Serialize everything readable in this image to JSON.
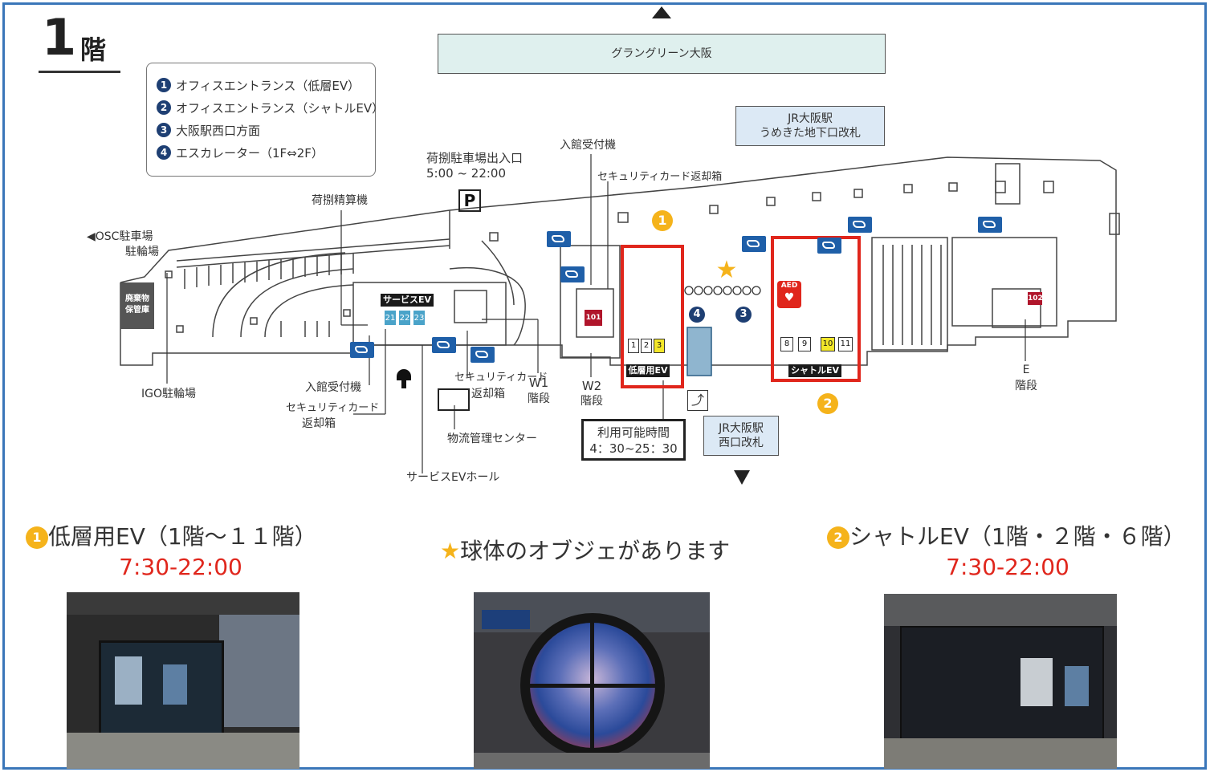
{
  "floor": {
    "number": "1",
    "unit": "階"
  },
  "top_building": "グラングリーン大阪",
  "jr_underground_gate": {
    "line1": "JR大阪駅",
    "line2": "うめきた地下口改札"
  },
  "legend": [
    {
      "num": "1",
      "text": "オフィスエントランス（低層EV）"
    },
    {
      "num": "2",
      "text": "オフィスエントランス（シャトルEV）"
    },
    {
      "num": "3",
      "text": "大阪駅西口方面"
    },
    {
      "num": "4",
      "text": "エスカレーター（1F⇔2F）"
    }
  ],
  "map_labels": {
    "parking_entrance_title": "荷捌駐車場出入口",
    "parking_entrance_hours": "5:00 ~ 22:00",
    "parking_icon": "P",
    "unloading_payment": "荷捌精算機",
    "entry_reception_top": "入館受付機",
    "security_return_top": "セキュリティカード返却箱",
    "osc_parking_1": "◀OSC駐車場",
    "osc_parking_2": "駐輪場",
    "waste_storage_1": "廃棄物",
    "waste_storage_2": "保管庫",
    "igo_bike": "IGO駐輪場",
    "service_ev": "サービスEV",
    "entry_reception_bottom": "入館受付機",
    "security_return_left_1": "セキュリティカード",
    "security_return_left_2": "返却箱",
    "security_return_mid_1": "セキュリティカード",
    "security_return_mid_2": "返却箱",
    "w1_1": "W1",
    "w1_2": "階段",
    "w2_1": "W2",
    "w2_2": "階段",
    "logistics_center": "物流管理センター",
    "service_ev_hall": "サービスEVホール",
    "low_ev_bar": "低層用EV",
    "shuttle_ev_bar": "シャトルEV",
    "available_hours_title": "利用可能時間",
    "available_hours_value": "4：30~25：30",
    "jr_west_gate_1": "JR大阪駅",
    "jr_west_gate_2": "西口改札",
    "e_stairs_1": "E",
    "e_stairs_2": "階段",
    "ev_101": "101",
    "ev_102": "102",
    "aed": "AED",
    "marker_4": "4",
    "marker_3": "3",
    "marker_1": "1",
    "marker_2": "2"
  },
  "ev_cells": {
    "service": [
      "21",
      "22",
      "23"
    ],
    "low": [
      "1",
      "2",
      "3"
    ],
    "shuttle": [
      "8",
      "9",
      "10",
      "11"
    ]
  },
  "sections": [
    {
      "num": "1",
      "title": "低層用EV（1階～１１階）",
      "hours": "7:30-22:00"
    },
    {
      "star": "★",
      "title": "球体のオブジェがあります"
    },
    {
      "num": "2",
      "title": "シャトルEV（1階・２階・６階）",
      "hours": "7:30-22:00"
    }
  ],
  "colors": {
    "frame_blue": "#3a76b9",
    "highlight_red": "#e0261c",
    "marker_yellow": "#f5b31b",
    "legend_navy": "#1e3f73",
    "accessibility_blue": "#1f5fa8"
  }
}
